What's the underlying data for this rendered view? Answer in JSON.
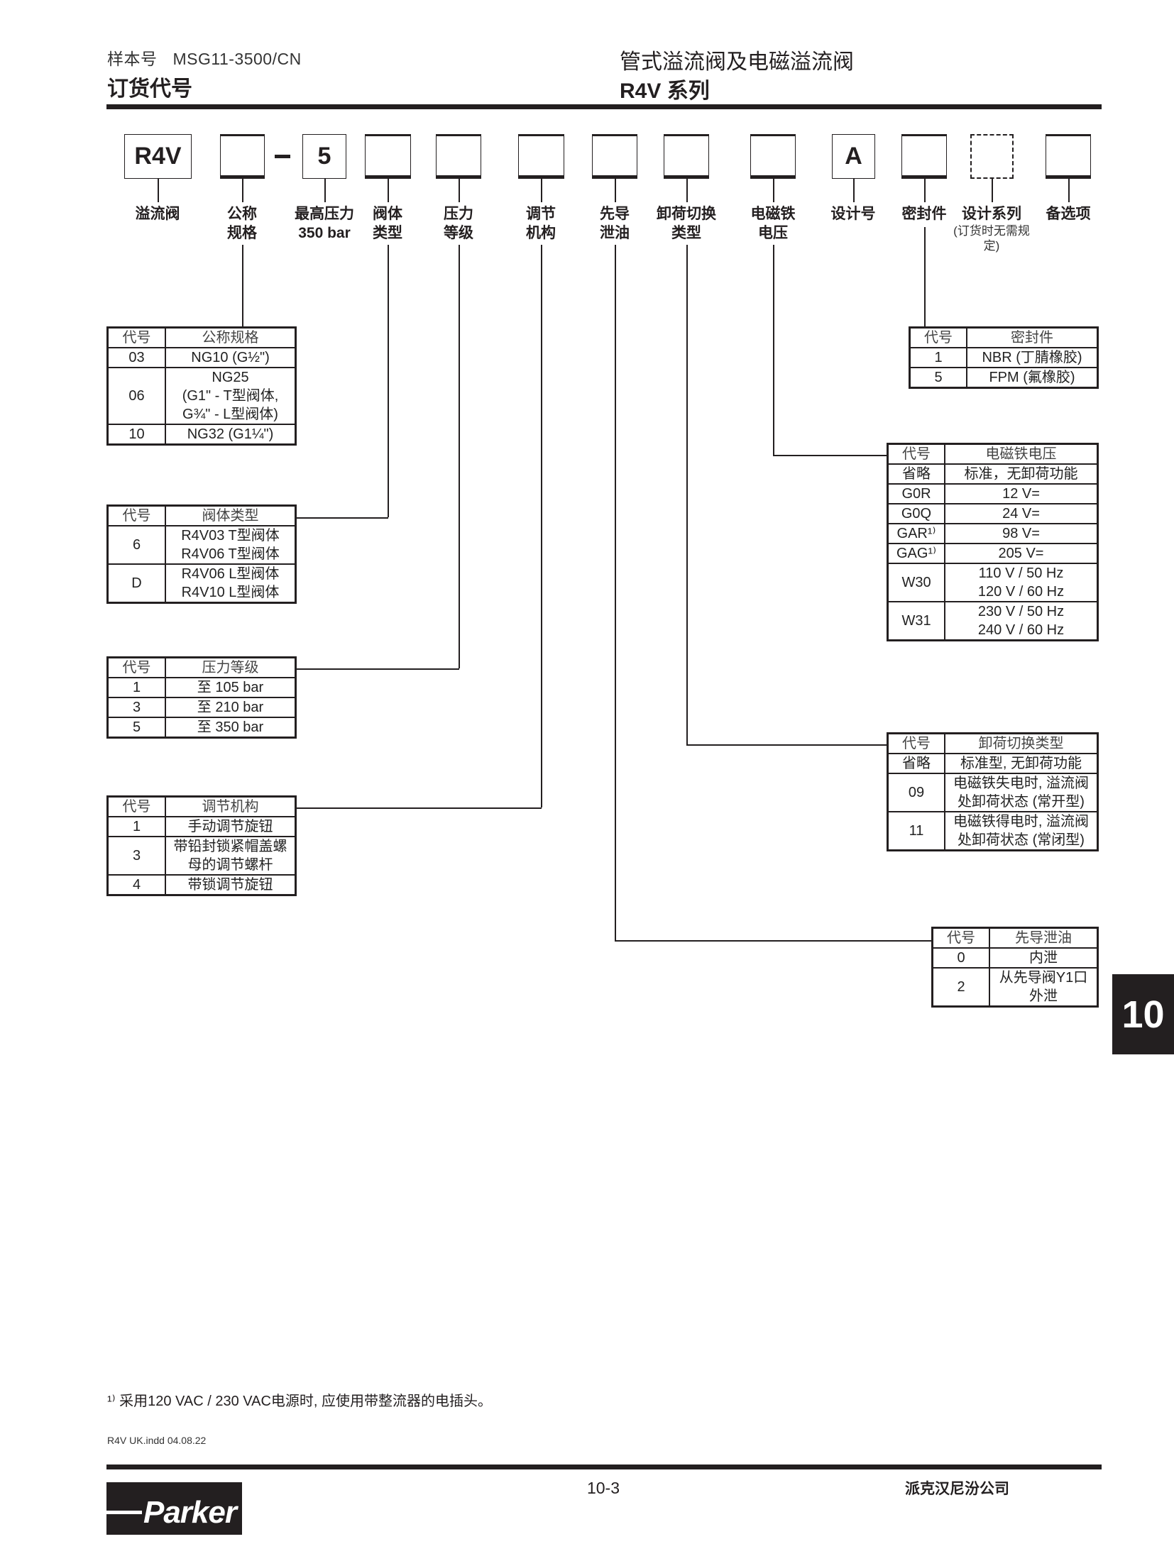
{
  "header": {
    "catalog_label": "样本号",
    "catalog_number": "MSG11-3500/CN",
    "section_title": "订货代号",
    "doc_title": "管式溢流阀及电磁溢流阀",
    "doc_series": "R4V 系列"
  },
  "code_boxes": [
    "R4V",
    "",
    "5",
    "",
    "",
    "",
    "",
    "",
    "",
    "A",
    "",
    "",
    ""
  ],
  "dash": "–",
  "labels": [
    {
      "l1": "溢流阀",
      "l2": ""
    },
    {
      "l1": "公称",
      "l2": "规格"
    },
    {
      "l1": "最高压力",
      "l2": "350 bar"
    },
    {
      "l1": "阀体",
      "l2": "类型"
    },
    {
      "l1": "压力",
      "l2": "等级"
    },
    {
      "l1": "调节",
      "l2": "机构"
    },
    {
      "l1": "先导",
      "l2": "泄油"
    },
    {
      "l1": "卸荷切换",
      "l2": "类型"
    },
    {
      "l1": "电磁铁",
      "l2": "电压"
    },
    {
      "l1": "设计号",
      "l2": ""
    },
    {
      "l1": "密封件",
      "l2": ""
    },
    {
      "l1": "设计系列",
      "l2": "",
      "note": "(订货时无需规定)"
    },
    {
      "l1": "备选项",
      "l2": ""
    }
  ],
  "tables": {
    "size": {
      "header": [
        "代号",
        "公称规格"
      ],
      "rows": [
        [
          "03",
          "NG10 (G½\")"
        ],
        [
          "06",
          "NG25\n(G1\" - T型阀体,\nG¾\" - L型阀体)"
        ],
        [
          "10",
          "NG32 (G1¼\")"
        ]
      ]
    },
    "body": {
      "header": [
        "代号",
        "阀体类型"
      ],
      "rows": [
        [
          "6",
          "R4V03 T型阀体\nR4V06 T型阀体"
        ],
        [
          "D",
          "R4V06 L型阀体\nR4V10 L型阀体"
        ]
      ]
    },
    "pressure": {
      "header": [
        "代号",
        "压力等级"
      ],
      "rows": [
        [
          "1",
          "至 105 bar"
        ],
        [
          "3",
          "至 210 bar"
        ],
        [
          "5",
          "至 350 bar"
        ]
      ]
    },
    "adjust": {
      "header": [
        "代号",
        "调节机构"
      ],
      "rows": [
        [
          "1",
          "手动调节旋钮"
        ],
        [
          "3",
          "带铅封锁紧帽盖螺\n母的调节螺杆"
        ],
        [
          "4",
          "带锁调节旋钮"
        ]
      ]
    },
    "seal": {
      "header": [
        "代号",
        "密封件"
      ],
      "rows": [
        [
          "1",
          "NBR (丁腈橡胶)"
        ],
        [
          "5",
          "FPM (氟橡胶)"
        ]
      ]
    },
    "voltage": {
      "header": [
        "代号",
        "电磁铁电压"
      ],
      "rows": [
        [
          "省略",
          "标准，无卸荷功能"
        ],
        [
          "G0R",
          "12 V="
        ],
        [
          "G0Q",
          "24 V="
        ],
        [
          "GAR¹⁾",
          "98 V="
        ],
        [
          "GAG¹⁾",
          "205 V="
        ],
        [
          "W30",
          "110 V / 50 Hz\n120 V / 60 Hz"
        ],
        [
          "W31",
          "230 V / 50 Hz\n240 V / 60 Hz"
        ]
      ]
    },
    "unload": {
      "header": [
        "代号",
        "卸荷切换类型"
      ],
      "rows": [
        [
          "省略",
          "标准型, 无卸荷功能"
        ],
        [
          "09",
          "电磁铁失电时, 溢流阀\n处卸荷状态 (常开型)"
        ],
        [
          "11",
          "电磁铁得电时, 溢流阀\n处卸荷状态 (常闭型)"
        ]
      ]
    },
    "drain": {
      "header": [
        "代号",
        "先导泄油"
      ],
      "rows": [
        [
          "0",
          "内泄"
        ],
        [
          "2",
          "从先导阀Y1口\n外泄"
        ]
      ]
    }
  },
  "side_tab": "10",
  "footnote": "¹⁾ 采用120 VAC / 230 VAC电源时, 应使用带整流器的电插头。",
  "file_info": "R4V UK.indd 04.08.22",
  "footer": {
    "page_number": "10-3",
    "company": "派克汉尼汾公司",
    "logo_text": "Parker"
  }
}
